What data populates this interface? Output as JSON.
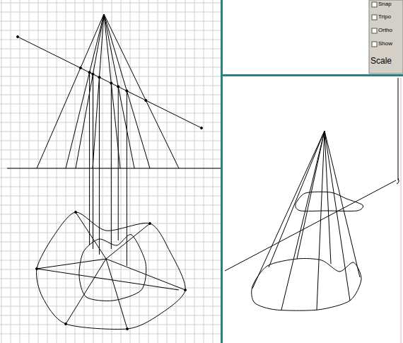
{
  "diagram": {
    "labels": [
      "Snap",
      "Tripo",
      "Ortho",
      "Show",
      "Scale"
    ]
  }
}
